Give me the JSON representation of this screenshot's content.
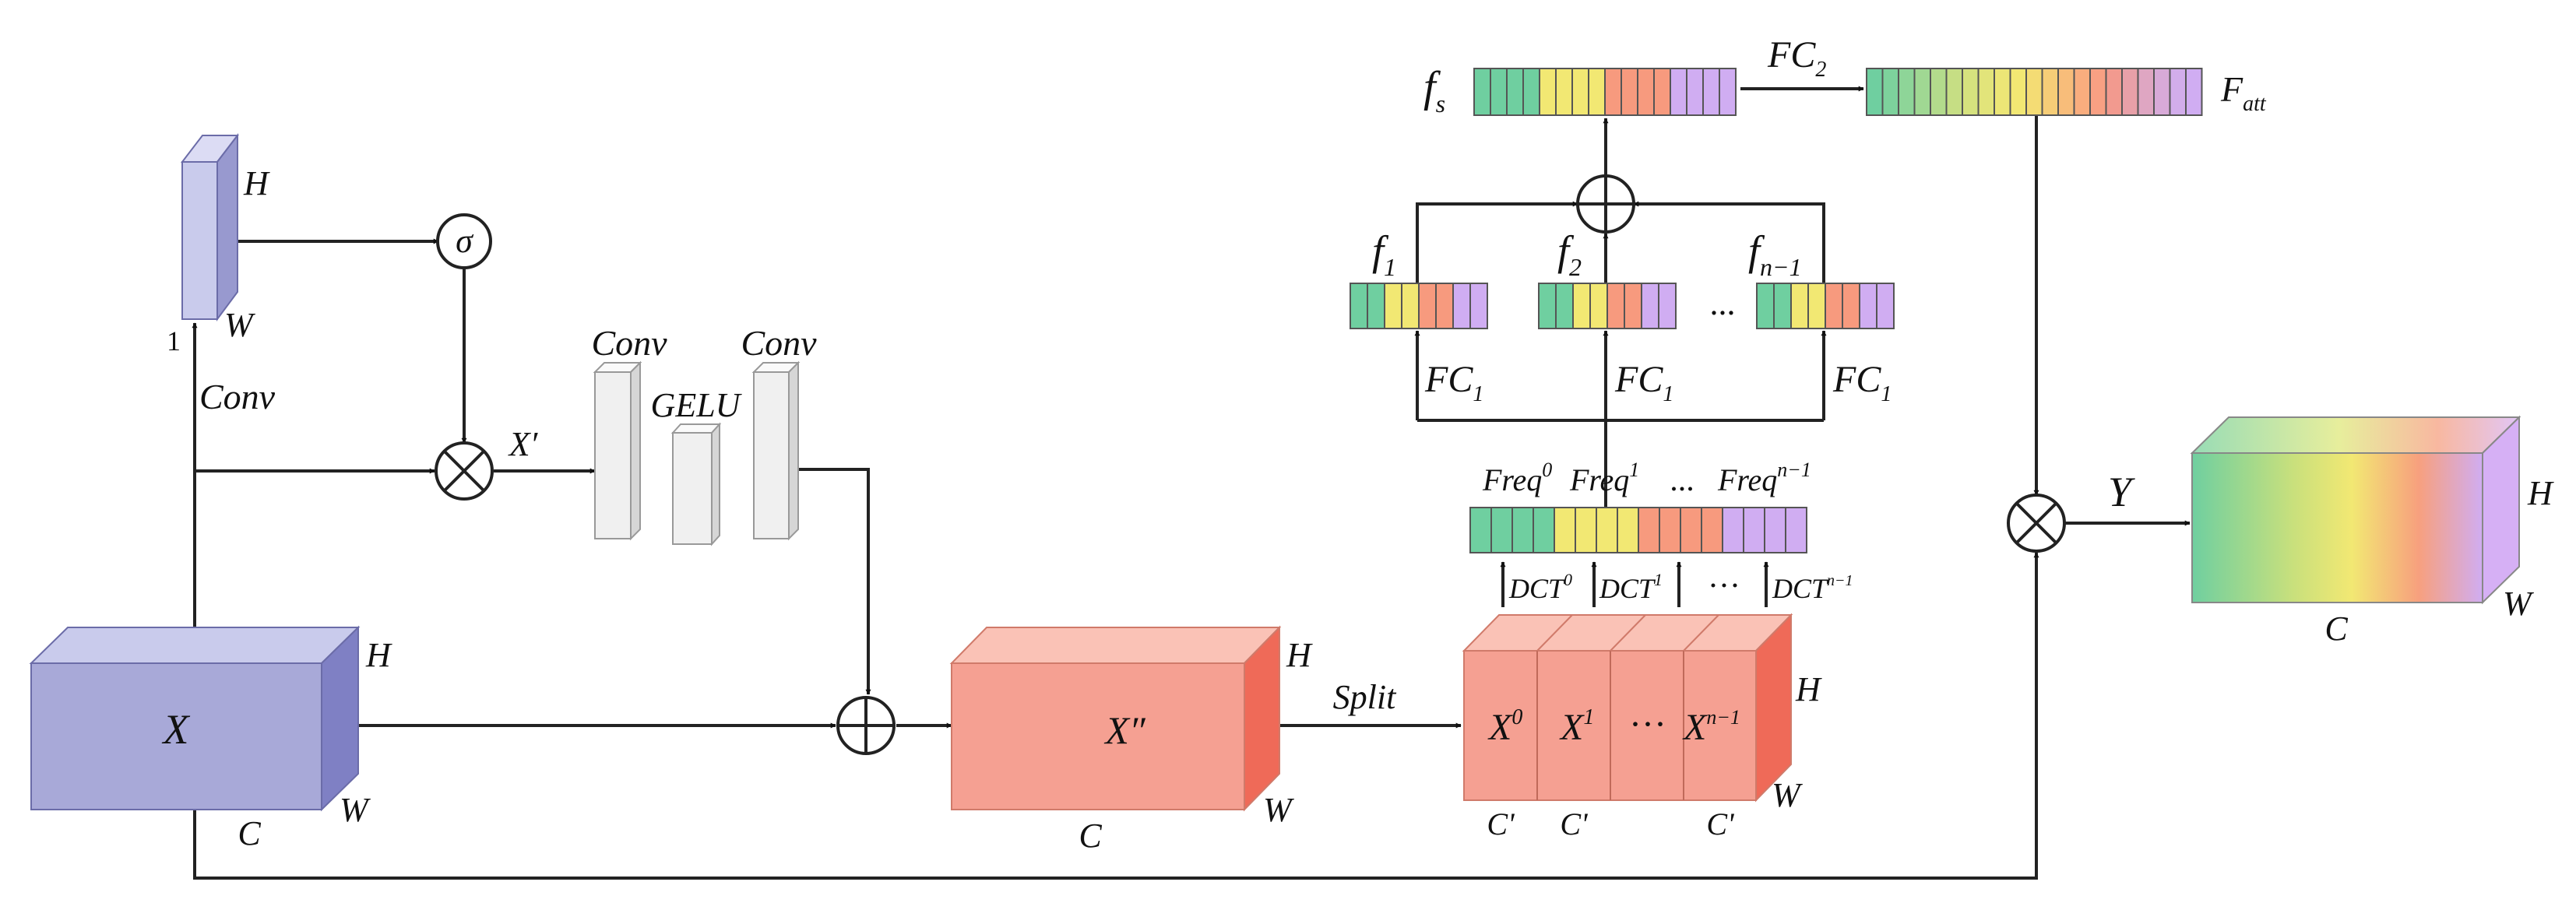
{
  "labels": {
    "x": "X",
    "h": "H",
    "w": "W",
    "c": "C",
    "one": "1",
    "conv": "Conv",
    "sigma": "σ",
    "x_prime": "X′",
    "gelu": "GELU",
    "x_dprime": "X″",
    "split": "Split",
    "x0": "X",
    "x0_sup": "0",
    "x1": "X",
    "x1_sup": "1",
    "dots": "···",
    "xn": "X",
    "xn_sup": "n−1",
    "c_prime": "C'",
    "dct": "DCT",
    "dct0_sup": "0",
    "dct1_sup": "1",
    "dctn_sup": "n−1",
    "freq": "Freq",
    "freq0_sup": "0",
    "freq1_sup": "1",
    "freqn_sup": "n−1",
    "freq_dots": "...",
    "f": "f",
    "f1_sub": "1",
    "f2_sub": "2",
    "fn_sub": "n−1",
    "f_dots": "...",
    "fc": "FC",
    "fc1_sub": "1",
    "fc2_sub": "2",
    "fs_sub": "s",
    "fatt": "F",
    "fatt_sub": "att",
    "y": "Y"
  },
  "colors": {
    "input_front": "#a8a9d8",
    "input_top": "#c9cbec",
    "input_side": "#7f80c4",
    "mask_front": "#c9cbec",
    "mask_side": "#9899cf",
    "conv_face": "#f0f0f0",
    "conv_side": "#d6d6d6",
    "mid_front": "#f5a092",
    "mid_top": "#fac2b6",
    "mid_side": "#ef6a58",
    "out_side": "#d6b0f5",
    "out_top": "#b9e6c2",
    "green": "#6fcfa0",
    "yellow": "#f2e873",
    "orange": "#f79a7e",
    "purple": "#d0adf2"
  }
}
